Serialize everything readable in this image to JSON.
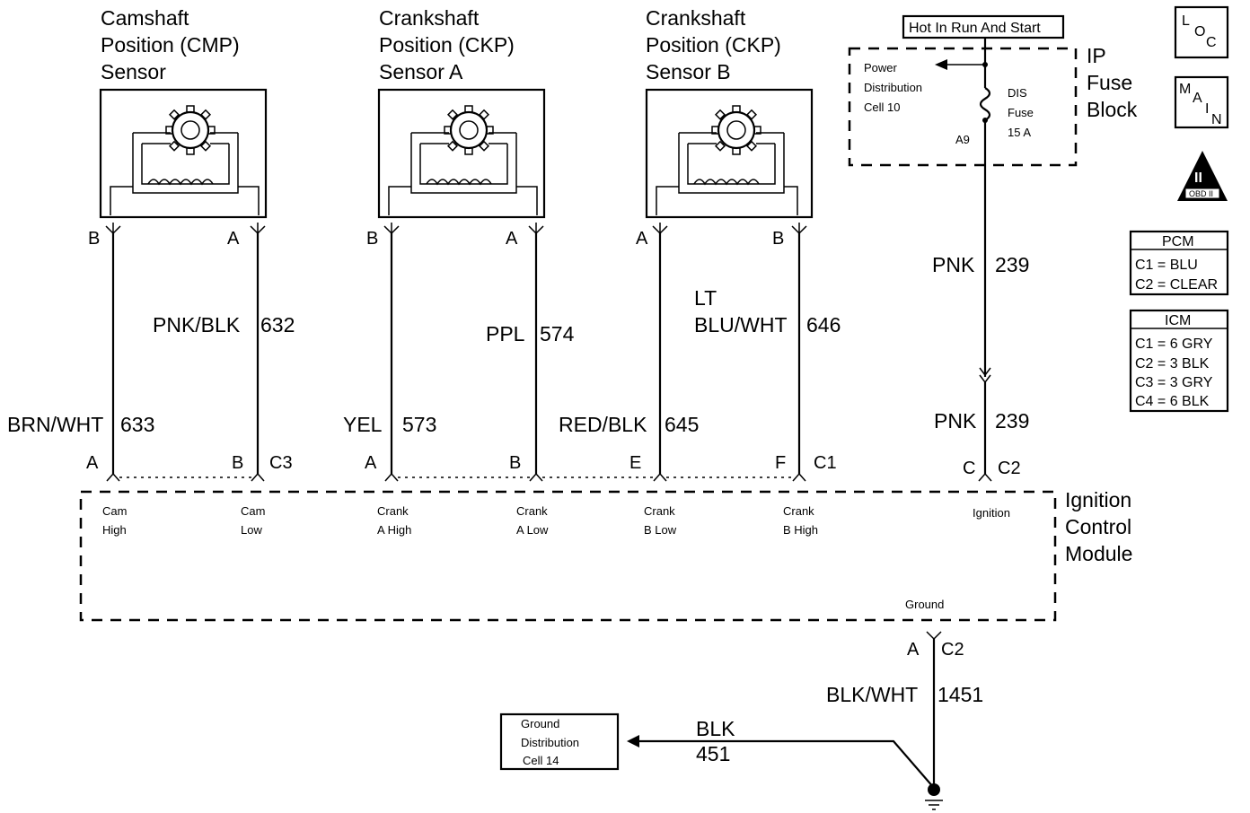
{
  "sensors": [
    {
      "title_line1": "Camshaft",
      "title_line2": "Position (CMP)",
      "title_line3": "Sensor",
      "pin_left": "B",
      "pin_right": "A"
    },
    {
      "title_line1": "Crankshaft",
      "title_line2": "Position (CKP)",
      "title_line3": "Sensor A",
      "pin_left": "B",
      "pin_right": "A"
    },
    {
      "title_line1": "Crankshaft",
      "title_line2": "Position (CKP)",
      "title_line3": "Sensor B",
      "pin_left": "A",
      "pin_right": "B"
    }
  ],
  "wires": {
    "cmp_low_color": "PNK/BLK",
    "cmp_low_circuit": "632",
    "cmp_high_color": "BRN/WHT",
    "cmp_high_circuit": "633",
    "ckpa_high_color": "YEL",
    "ckpa_high_circuit": "573",
    "ckpa_low_color": "PPL",
    "ckpa_low_circuit": "574",
    "ckpb_low_color": "RED/BLK",
    "ckpb_low_circuit": "645",
    "ckpb_high_color_line1": "LT",
    "ckpb_high_color_line2": "BLU/WHT",
    "ckpb_high_circuit": "646",
    "ign_upper_color": "PNK",
    "ign_upper_circuit": "239",
    "ign_lower_color": "PNK",
    "ign_lower_circuit": "239",
    "ground_color": "BLK/WHT",
    "ground_circuit": "1451",
    "blk_color": "BLK",
    "blk_circuit": "451"
  },
  "connectors": {
    "cam_high_pin": "A",
    "cam_low_pin": "B",
    "c3": "C3",
    "crank_a_high_pin": "A",
    "crank_a_low_pin": "B",
    "crank_b_low_pin": "E",
    "crank_b_high_pin": "F",
    "c1": "C1",
    "ign_pin": "C",
    "c2_top": "C2",
    "gnd_pin": "A",
    "c2_bottom": "C2"
  },
  "fuse_block": {
    "hot_label": "Hot In Run And Start",
    "power_dist_line1": "Power",
    "power_dist_line2": "Distribution",
    "power_dist_line3": "Cell 10",
    "fuse_line1": "DIS",
    "fuse_line2": "Fuse",
    "fuse_line3": "15 A",
    "terminal": "A9",
    "block_line1": "IP",
    "block_line2": "Fuse",
    "block_line3": "Block"
  },
  "module": {
    "name_line1": "Ignition",
    "name_line2": "Control",
    "name_line3": "Module",
    "terminals": [
      {
        "line1": "Cam",
        "line2": "High"
      },
      {
        "line1": "Cam",
        "line2": "Low"
      },
      {
        "line1": "Crank",
        "line2": "A High"
      },
      {
        "line1": "Crank",
        "line2": "A Low"
      },
      {
        "line1": "Crank",
        "line2": "B Low"
      },
      {
        "line1": "Crank",
        "line2": "B High"
      }
    ],
    "ignition": "Ignition",
    "ground": "Ground"
  },
  "ground_dist": {
    "line1": "Ground",
    "line2": "Distribution",
    "line3": "Cell 14"
  },
  "legend": {
    "loc_l": "L",
    "loc_o": "O",
    "loc_c": "C",
    "main_m": "M",
    "main_a": "A",
    "main_i": "I",
    "main_n": "N",
    "obd_numeral": "II",
    "obd_label": "OBD II",
    "pcm_title": "PCM",
    "pcm_rows": [
      "C1 = BLU",
      "C2 = CLEAR"
    ],
    "icm_title": "ICM",
    "icm_rows": [
      "C1 = 6 GRY",
      "C2 = 3 BLK",
      "C3 = 3 GRY",
      "C4 = 6 BLK"
    ]
  }
}
